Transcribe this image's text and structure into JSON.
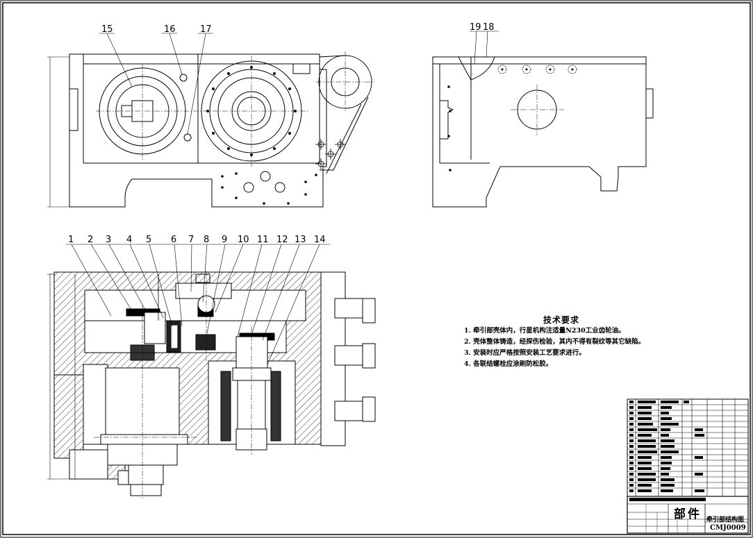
{
  "balloons": {
    "top_left": [
      "15",
      "16",
      "17"
    ],
    "top_right": [
      "19",
      "18"
    ],
    "section": [
      "1",
      "2",
      "3",
      "4",
      "5",
      "6",
      "7",
      "8",
      "9",
      "10",
      "11",
      "12",
      "13",
      "14"
    ]
  },
  "tech_requirements": {
    "title": "技术要求",
    "items": [
      "1. 牵引部壳体内，行星机构注适量N230工业齿轮油。",
      "2. 壳体整体铸造，经探伤检验，其内不得有裂纹等其它缺陷。",
      "3. 安装时应严格按照安装工艺要求进行。",
      "4. 各联结螺栓应涂刷防松胶。"
    ]
  },
  "title_block": {
    "part_word": "部件",
    "drawing_name": "牵引部结构图",
    "drawing_number": "CMJ0009"
  }
}
